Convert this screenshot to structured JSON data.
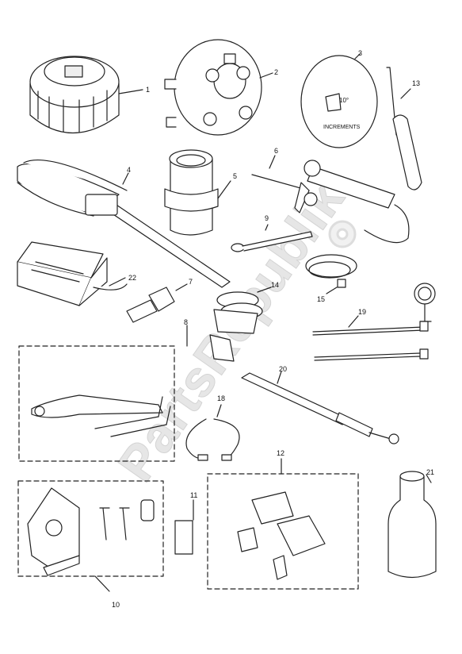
{
  "watermark": "PartsRepublik",
  "dial_text": {
    "line1": "10°",
    "line2": "INCREMENTS"
  },
  "callouts": [
    {
      "id": "1",
      "label": "1"
    },
    {
      "id": "2",
      "label": "2"
    },
    {
      "id": "3",
      "label": "3"
    },
    {
      "id": "4",
      "label": "4"
    },
    {
      "id": "5",
      "label": "5"
    },
    {
      "id": "6",
      "label": "6"
    },
    {
      "id": "7",
      "label": "7"
    },
    {
      "id": "8",
      "label": "8"
    },
    {
      "id": "9",
      "label": "9"
    },
    {
      "id": "10",
      "label": "10"
    },
    {
      "id": "11",
      "label": "11"
    },
    {
      "id": "12",
      "label": "12"
    },
    {
      "id": "13",
      "label": "13"
    },
    {
      "id": "14",
      "label": "14"
    },
    {
      "id": "15",
      "label": "15"
    },
    {
      "id": "18",
      "label": "18"
    },
    {
      "id": "19",
      "label": "19"
    },
    {
      "id": "20",
      "label": "20"
    },
    {
      "id": "21",
      "label": "21"
    },
    {
      "id": "22",
      "label": "22"
    }
  ]
}
